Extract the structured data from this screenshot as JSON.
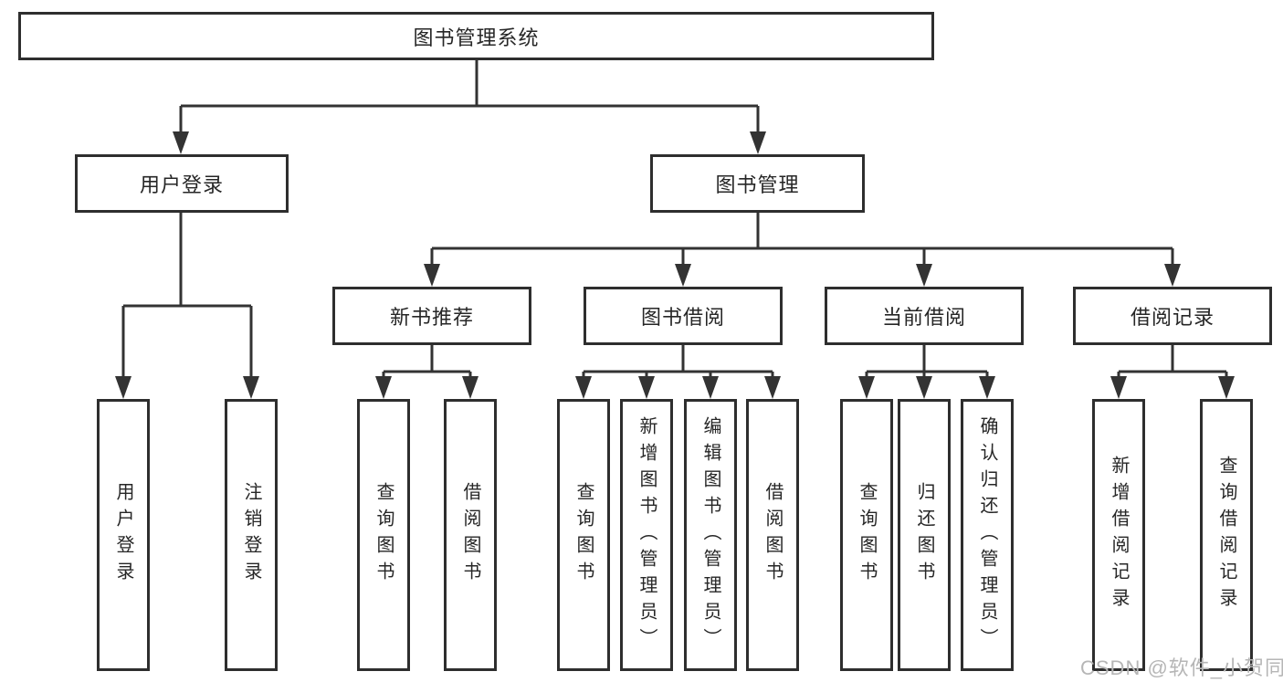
{
  "colors": {
    "line": "#333333",
    "border": "#2e2e2e",
    "text": "#262626",
    "watermark": "#b6b6b6",
    "background": "#ffffff"
  },
  "watermark": {
    "text": "CSDN @软件_小贺同学"
  },
  "tree": {
    "root": {
      "label": "图书管理系统"
    },
    "level2": [
      {
        "label": "用户登录"
      },
      {
        "label": "图书管理"
      }
    ],
    "level3": [
      {
        "label": "新书推荐",
        "parent": "图书管理"
      },
      {
        "label": "图书借阅",
        "parent": "图书管理"
      },
      {
        "label": "当前借阅",
        "parent": "图书管理"
      },
      {
        "label": "借阅记录",
        "parent": "图书管理"
      }
    ],
    "leaves": [
      {
        "label": "用户登录",
        "parent": "用户登录"
      },
      {
        "label": "注销登录",
        "parent": "用户登录"
      },
      {
        "label": "查询图书",
        "parent": "新书推荐"
      },
      {
        "label": "借阅图书",
        "parent": "新书推荐"
      },
      {
        "label": "查询图书",
        "parent": "图书借阅"
      },
      {
        "label": "新增图书（管理员）",
        "parent": "图书借阅"
      },
      {
        "label": "编辑图书（管理员）",
        "parent": "图书借阅"
      },
      {
        "label": "借阅图书",
        "parent": "图书借阅"
      },
      {
        "label": "查询图书",
        "parent": "当前借阅"
      },
      {
        "label": "归还图书",
        "parent": "当前借阅"
      },
      {
        "label": "确认归还（管理员）",
        "parent": "当前借阅"
      },
      {
        "label": "新增借阅记录",
        "parent": "借阅记录"
      },
      {
        "label": "查询借阅记录",
        "parent": "借阅记录"
      }
    ]
  }
}
